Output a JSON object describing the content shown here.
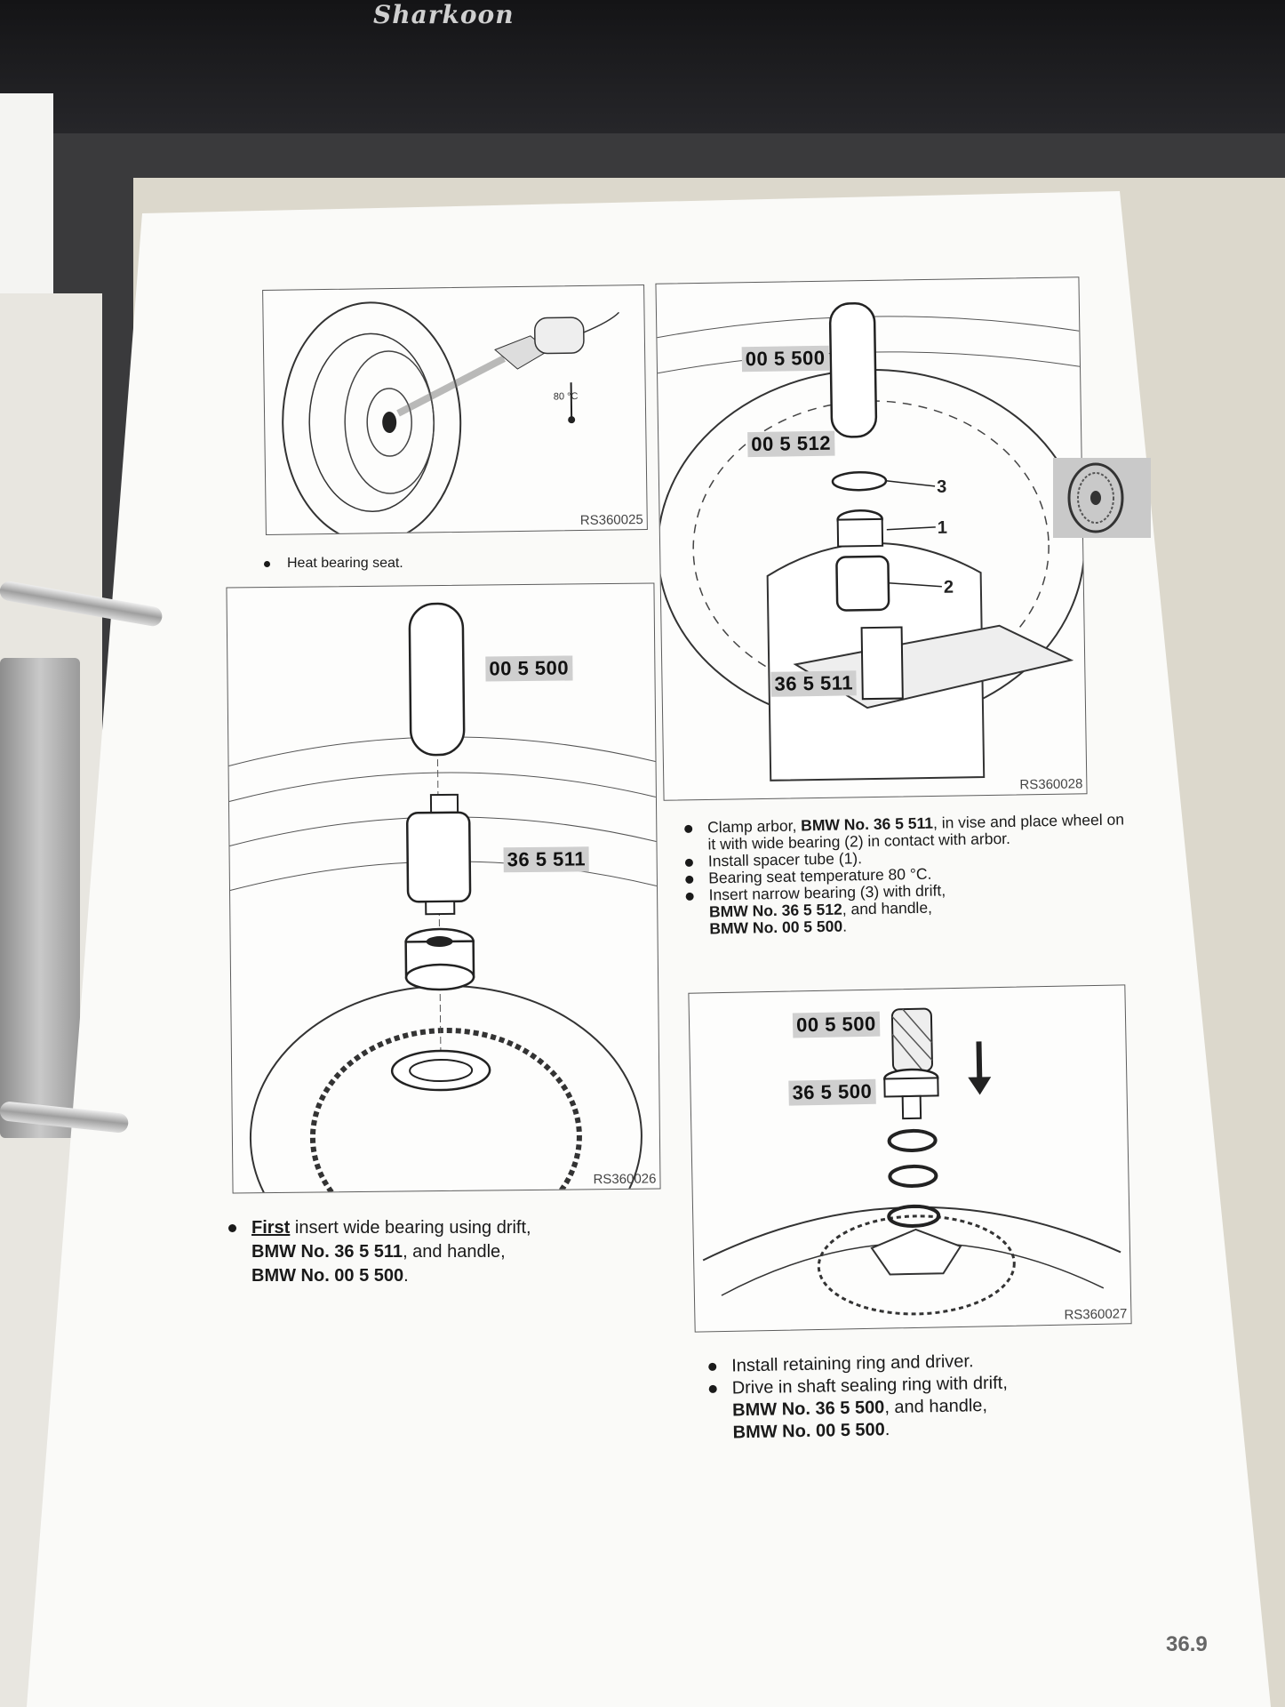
{
  "background": {
    "brand": "Sharkoon"
  },
  "figures": {
    "fig1": {
      "ref": "RS360025",
      "temp_label": "80 °C"
    },
    "fig2": {
      "ref": "RS360026",
      "tool_a": "00 5 500",
      "tool_b": "36 5 511"
    },
    "fig3": {
      "ref": "RS360028",
      "tool_a": "00 5 500",
      "tool_b": "00 5 512",
      "tool_c": "36 5 511",
      "part3": "3",
      "part1": "1",
      "part2": "2"
    },
    "fig4": {
      "ref": "RS360027",
      "tool_a": "00 5 500",
      "tool_b": "36 5 500"
    }
  },
  "text": {
    "heat": "Heat bearing seat.",
    "first_word": "First",
    "first_rest": " insert wide bearing using drift,",
    "first_line2": "BMW No. 36 5 511",
    "first_line2_rest": ", and handle,",
    "first_line3": "BMW No. 00 5 500",
    "first_line3_rest": ".",
    "clamp_a": "Clamp arbor, ",
    "clamp_b": "BMW No. 36 5 511",
    "clamp_c": ", in vise and place wheel on it with wide bearing (2) in contact with arbor.",
    "spacer": "Install spacer tube (1).",
    "temp": "Bearing seat temperature 80 °C.",
    "narrow_a": "Insert narrow bearing (3) with drift,",
    "narrow_b": "BMW No. 36 5 512",
    "narrow_c": ", and handle,",
    "narrow_d": "BMW No. 00 5 500",
    "narrow_e": ".",
    "retain": "Install retaining ring and driver.",
    "drive_a": "Drive in shaft sealing ring with drift,",
    "drive_b": "BMW No. 36 5 500",
    "drive_c": ", and handle,",
    "drive_d": "BMW No. 00 5 500",
    "drive_e": "."
  },
  "page_number": "36.9"
}
